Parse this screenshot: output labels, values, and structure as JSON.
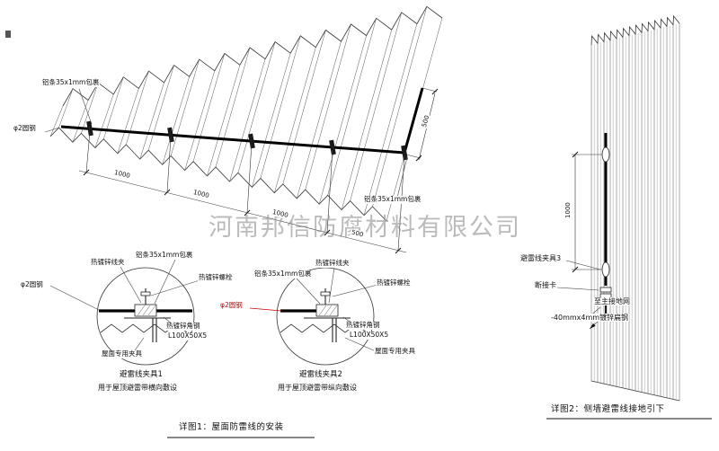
{
  "watermark": "河南邦信防腐材料有限公司",
  "roof": {
    "label_aluminum": "铝条35x1mm包裹",
    "label_round_steel": "φ2圆钢",
    "label_aluminum2": "铝条35x1mm包裹",
    "dim_1000_a": "1000",
    "dim_1000_b": "1000",
    "dim_1000_c": "1000",
    "dim_500_a": "500",
    "dim_500_right": "500"
  },
  "detail1": {
    "label_wire_clip": "热镀锌线夹",
    "label_aluminum": "铝条35x1mm包裹",
    "label_bolt": "热镀锌螺栓",
    "label_round_steel": "φ2圆钢",
    "label_angle_steel": "热镀锌角钢",
    "label_angle_size": "L100X50X5",
    "label_roof_clamp": "屋面专用夹具",
    "title": "避雷线夹具1",
    "subtitle": "用于屋顶避雷带横向敷设"
  },
  "detail2": {
    "label_aluminum": "铝条35x1mm包裹",
    "label_wire_clip": "热镀锌线夹",
    "label_bolt": "热镀锌螺栓",
    "label_round_steel": "φ2圆钢",
    "label_angle_steel": "热镀锌角钢",
    "label_angle_size": "L100X50X5",
    "label_roof_clamp": "屋面专用夹具",
    "title": "避雷线夹具2",
    "subtitle": "用于屋顶避雷带纵向敷设"
  },
  "wall": {
    "dim_1000": "1000",
    "label_clamp3": "避雷线夹具3",
    "label_disconnect": "断接卡",
    "label_ground": "至主接地网",
    "label_flat_steel": "-40mmx4mm镀锌扁钢"
  },
  "captions": {
    "detail1": "详图1：屋面防雷线的安装",
    "detail2": "详图2：侧墙避雷线接地引下"
  }
}
